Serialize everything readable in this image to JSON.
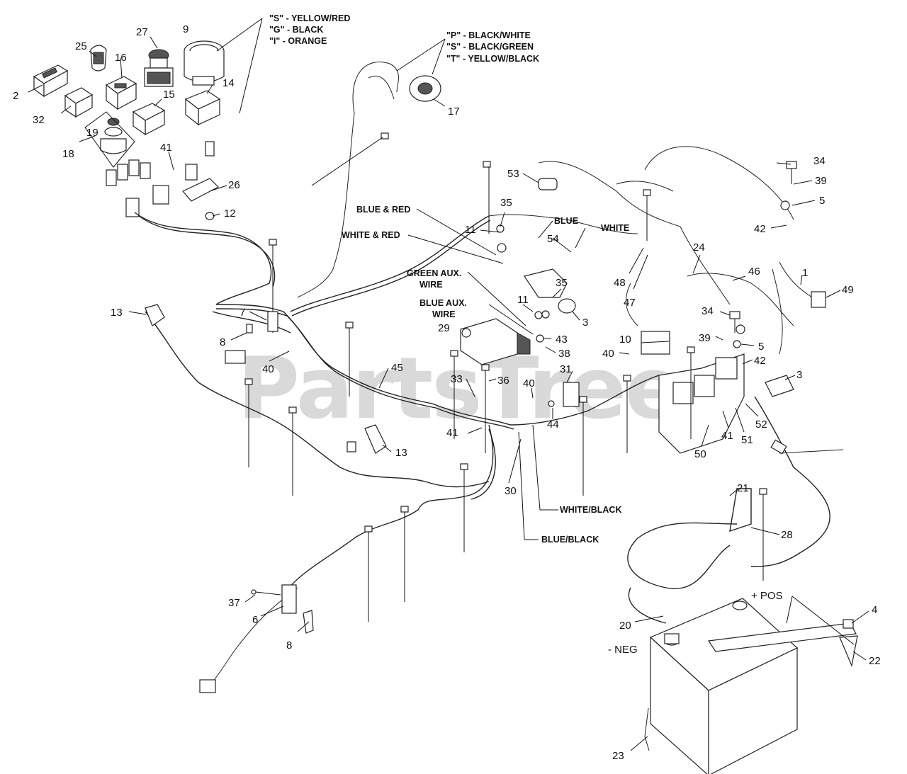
{
  "watermark": "PartsTree",
  "legends": {
    "color_code_1": [
      "\"S\" - YELLOW/RED",
      "\"G\" - BLACK",
      "\"I\" - ORANGE"
    ],
    "color_code_2": [
      "\"P\" - BLACK/WHITE",
      "\"S\" - BLACK/GREEN",
      "\"T\" - YELLOW/BLACK"
    ]
  },
  "wire_labels": {
    "blue_red": "BLUE & RED",
    "blue": "BLUE",
    "white": "WHITE",
    "white_red": "WHITE & RED",
    "green_aux_1": "GREEN AUX.",
    "green_aux_2": "WIRE",
    "blue_aux_1": "BLUE AUX.",
    "blue_aux_2": "WIRE",
    "white_black": "WHITE/BLACK",
    "blue_black": "BLUE/BLACK",
    "pos": "+ POS",
    "neg": "- NEG"
  },
  "callouts": {
    "c2": "2",
    "c25": "25",
    "c16": "16",
    "c27": "27",
    "c9": "9",
    "c32": "32",
    "c15": "15",
    "c14": "14",
    "c19": "19",
    "c18": "18",
    "c41a": "41",
    "c26": "26",
    "c12": "12",
    "c17": "17",
    "c34a": "34",
    "c39a": "39",
    "c5a": "5",
    "c42a": "42",
    "c53": "53",
    "c35a": "35",
    "c11a": "11",
    "c54": "54",
    "c24": "24",
    "c1": "1",
    "c46": "46",
    "c49": "49",
    "c48": "48",
    "c47": "47",
    "c35b": "35",
    "c3a": "3",
    "c11b": "11",
    "c43": "43",
    "c38": "38",
    "c29": "29",
    "c13a": "13",
    "c7": "7",
    "c8a": "8",
    "c40a": "40",
    "c45": "45",
    "c34b": "34",
    "c10": "10",
    "c39b": "39",
    "c5b": "5",
    "c40b": "40",
    "c42b": "42",
    "c3b": "3",
    "c33": "33",
    "c36": "36",
    "c31": "31",
    "c40c": "40",
    "c41b": "41",
    "c44": "44",
    "c13b": "13",
    "c41c": "41",
    "c51": "51",
    "c52": "52",
    "c50": "50",
    "c30": "30",
    "c21": "21",
    "c28": "28",
    "c37": "37",
    "c6": "6",
    "c8b": "8",
    "c20": "20",
    "c4": "4",
    "c22": "22",
    "c23": "23"
  }
}
